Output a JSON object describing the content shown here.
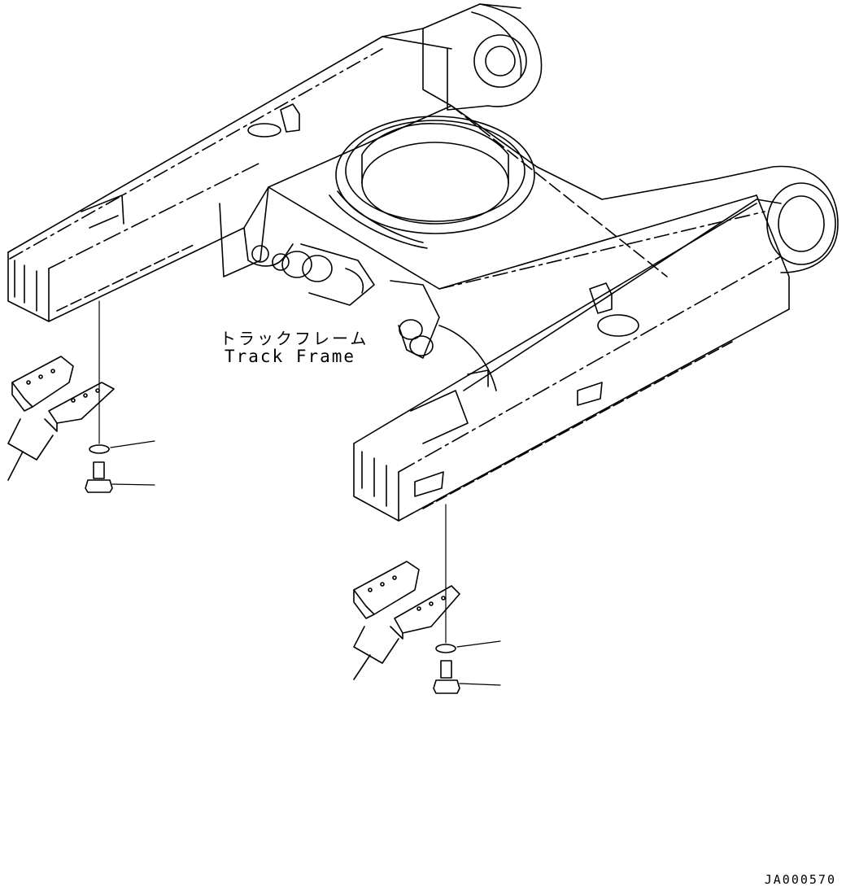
{
  "labels": {
    "part_name_jp": "トラックフレーム",
    "part_name_en": "Track Frame"
  },
  "drawing_code": "JA000570",
  "colors": {
    "line": "#000000",
    "background": "#ffffff"
  }
}
